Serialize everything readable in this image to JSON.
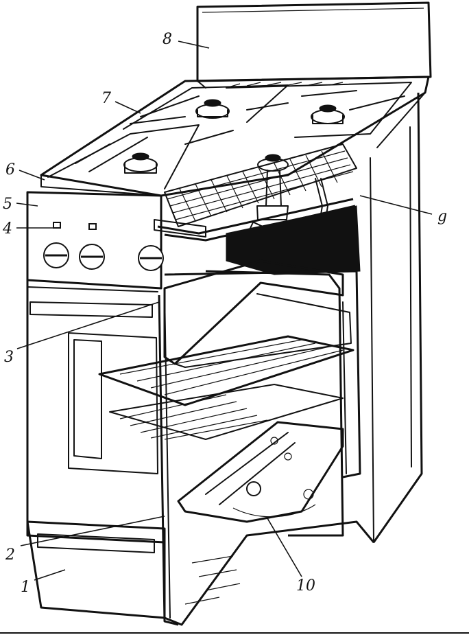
{
  "figure": {
    "labels": [
      {
        "id": "1",
        "text": "1"
      },
      {
        "id": "2",
        "text": "2"
      },
      {
        "id": "3",
        "text": "3"
      },
      {
        "id": "4",
        "text": "4"
      },
      {
        "id": "5",
        "text": "5"
      },
      {
        "id": "6",
        "text": "6"
      },
      {
        "id": "7",
        "text": "7"
      },
      {
        "id": "8",
        "text": "8"
      },
      {
        "id": "9",
        "text": "g"
      },
      {
        "id": "10",
        "text": "10"
      }
    ]
  }
}
